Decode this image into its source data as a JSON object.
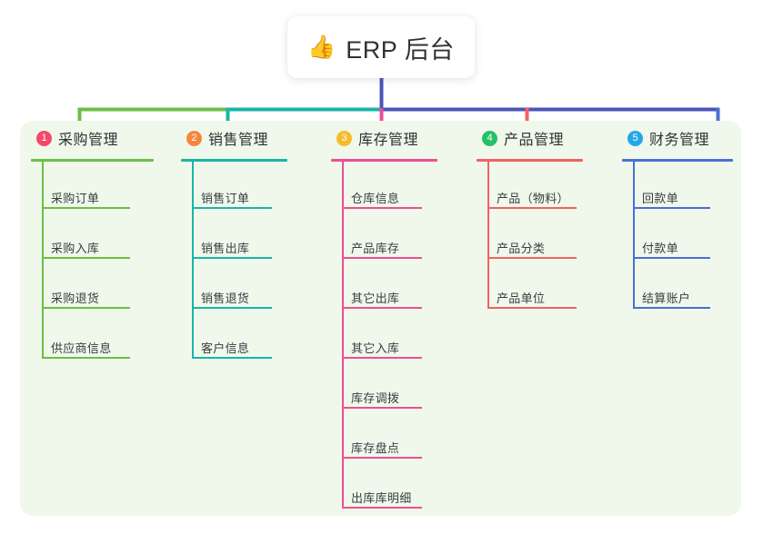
{
  "diagram": {
    "type": "mind-map",
    "background_color": "#ffffff",
    "panel_color": "#eff8ea",
    "root": {
      "icon": "thumbs-up-icon",
      "emoji": "👍",
      "title": "ERP 后台",
      "card_color": "#ffffff",
      "connector_color": "#4a55b8"
    },
    "branches": [
      {
        "index": "1",
        "badge_number": "①",
        "badge_label": "1",
        "title": "采购管理",
        "line_color": "#6cbe45",
        "badge_color": "#f24a6a",
        "items": [
          "采购订单",
          "采购入库",
          "采购退货",
          "供应商信息"
        ]
      },
      {
        "index": "2",
        "badge_number": "②",
        "badge_label": "2",
        "title": "销售管理",
        "line_color": "#19b5a8",
        "badge_color": "#f5873b",
        "items": [
          "销售订单",
          "销售出库",
          "销售退货",
          "客户信息"
        ]
      },
      {
        "index": "3",
        "badge_number": "③",
        "badge_label": "3",
        "title": "库存管理",
        "line_color": "#ef4d96",
        "badge_color": "#f6bb2c",
        "items": [
          "仓库信息",
          "产品库存",
          "其它出库",
          "其它入库",
          "库存调拨",
          "库存盘点",
          "出库库明细"
        ]
      },
      {
        "index": "4",
        "badge_number": "④",
        "badge_label": "4",
        "title": "产品管理",
        "line_color": "#f46060",
        "badge_color": "#27c06a",
        "items": [
          "产品（物料）",
          "产品分类",
          "产品单位"
        ]
      },
      {
        "index": "5",
        "badge_number": "⑤",
        "badge_label": "5",
        "title": "财务管理",
        "line_color": "#4a6fd4",
        "badge_color": "#22a7e8",
        "items": [
          "回款单",
          "付款单",
          "结算账户"
        ]
      }
    ],
    "trunk": {
      "segments": [
        {
          "name": "segment-green",
          "color": "#6cbe45"
        },
        {
          "name": "segment-teal",
          "color": "#19b5a8"
        },
        {
          "name": "segment-indigo",
          "color": "#4a55b8"
        }
      ]
    }
  }
}
